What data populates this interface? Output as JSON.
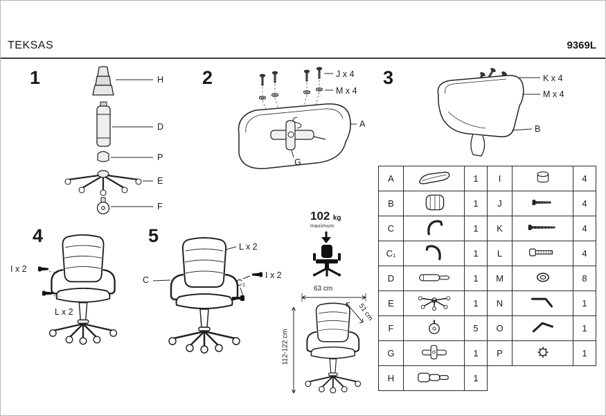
{
  "header": {
    "title": "TEKSAS",
    "model": "9369L"
  },
  "steps": {
    "s1": "1",
    "s2": "2",
    "s3": "3",
    "s4": "4",
    "s5": "5"
  },
  "step1_labels": {
    "h": "H",
    "d": "D",
    "p": "P",
    "e": "E",
    "f": "F"
  },
  "step2_labels": {
    "j": "J x 4",
    "m": "M x 4",
    "a": "A",
    "g": "G"
  },
  "step3_labels": {
    "k": "K x 4",
    "m": "M x 4",
    "b": "B"
  },
  "step4_labels": {
    "i": "I x 2",
    "l": "L x 2"
  },
  "step5_labels": {
    "l": "L x 2",
    "c": "C",
    "c1": "C₁",
    "i": "I x 2"
  },
  "weight_limit": {
    "value": "102",
    "unit": "kg",
    "note": "maximum"
  },
  "dimensions": {
    "width": "63 cm",
    "depth": "51 cm",
    "height": "112-122 cm"
  },
  "parts_table": {
    "rows": [
      {
        "l_label": "A",
        "l_qty": "1",
        "r_label": "I",
        "r_qty": "4"
      },
      {
        "l_label": "B",
        "l_qty": "1",
        "r_label": "J",
        "r_qty": "4"
      },
      {
        "l_label": "C",
        "l_qty": "1",
        "r_label": "K",
        "r_qty": "4"
      },
      {
        "l_label": "C₁",
        "l_qty": "1",
        "r_label": "L",
        "r_qty": "4"
      },
      {
        "l_label": "D",
        "l_qty": "1",
        "r_label": "M",
        "r_qty": "8"
      },
      {
        "l_label": "E",
        "l_qty": "1",
        "r_label": "N",
        "r_qty": "1"
      },
      {
        "l_label": "F",
        "l_qty": "5",
        "r_label": "O",
        "r_qty": "1"
      },
      {
        "l_label": "G",
        "l_qty": "1",
        "r_label": "P",
        "r_qty": "1"
      },
      {
        "l_label": "H",
        "l_qty": "1"
      }
    ]
  }
}
